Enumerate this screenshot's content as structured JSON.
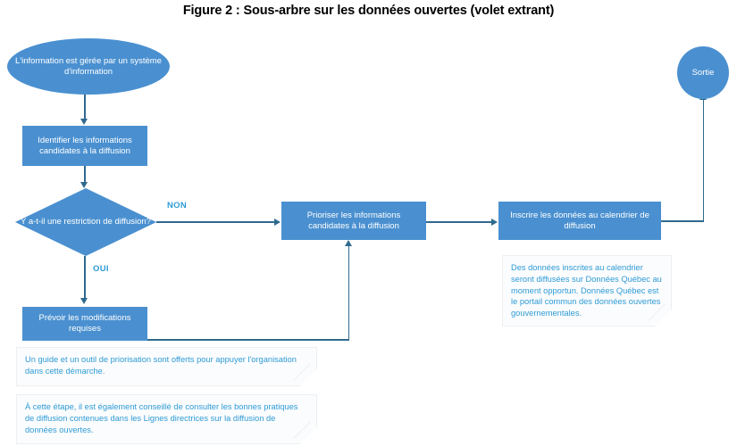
{
  "figure": {
    "title": "Figure 2 : Sous-arbre sur les données ouvertes (volet extrant)"
  },
  "colors": {
    "node_fill": "#4A90D0",
    "node_text": "#FFFFFF",
    "connector": "#2F6A8E",
    "edge_label": "#2E9BD6",
    "note_text": "#2E9BD6",
    "note_fill": "#FBFCFD",
    "note_border": "#EDEFF1",
    "title_text": "#000000",
    "page_background": "#FFFFFF"
  },
  "nodes": {
    "start": {
      "shape": "ellipse",
      "label": "L'information est gérée par un système d'information"
    },
    "identify": {
      "shape": "rectangle",
      "label": "Identifier les informations candidates à la diffusion"
    },
    "decision": {
      "shape": "diamond",
      "label": "Y a-t-il une restriction de diffusion?"
    },
    "prioritize": {
      "shape": "rectangle",
      "label": "Prioriser les informations candidates à la diffusion"
    },
    "register": {
      "shape": "rectangle",
      "label": "Inscrire les données au calendrier de diffusion"
    },
    "modifications": {
      "shape": "rectangle",
      "label": "Prévoir les modifications requises"
    },
    "exit": {
      "shape": "ellipse",
      "label": "Sortie"
    }
  },
  "edge_labels": {
    "no": "NON",
    "yes": "OUI"
  },
  "notes": {
    "calendar": "Des données inscrites au calendrier seront diffusées sur Données Québec au moment opportun. Données Québec est le portail commun des données ouvertes gouvernementales.",
    "guide": "Un guide et un outil de priorisation sont offerts pour appuyer l'organisation dans cette démarche.",
    "best_practices": "À cette étape, il est également conseillé de consulter les bonnes pratiques de diffusion contenues dans les Lignes directrices sur la diffusion de données ouvertes."
  }
}
